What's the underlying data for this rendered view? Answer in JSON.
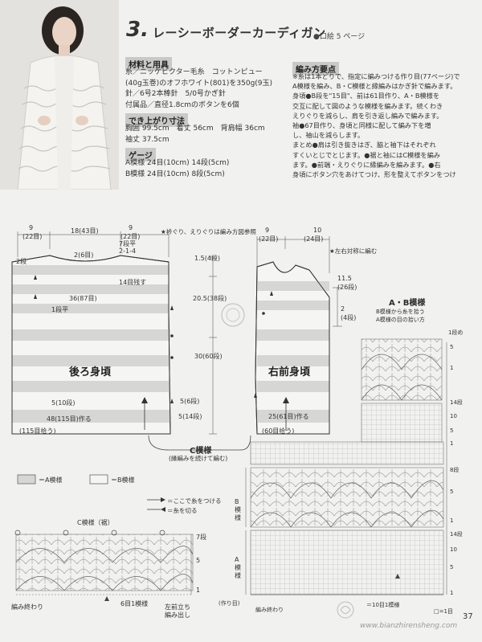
{
  "header": {
    "number": "3.",
    "title": "レーシーボーダーカーディガン",
    "page_ref": "●口絵 5 ページ"
  },
  "materials": {
    "heading": "材料と用具",
    "lines": [
      "糸／ニッケビクター毛糸　コットンピュー",
      "(40g玉巻)のオフホワイト(801)を350g(9玉)",
      "針／6号2本棒針　5/0号かぎ針",
      "付属品／直径1.8cmのボタンを6個"
    ]
  },
  "size": {
    "heading": "でき上がり寸法",
    "lines": [
      "胸囲 99.5cm　着丈 56cm　背肩幅 36cm",
      "袖丈 37.5cm"
    ]
  },
  "gauge": {
    "heading": "ゲージ",
    "lines": [
      "A模様 24目(10cm) 14段(5cm)",
      "B模様 24目(10cm) 8段(5cm)"
    ]
  },
  "points": {
    "heading": "編み方要点",
    "lines": [
      "※糸は1本どりで、指定に編みつける作り目(77ページ)で",
      "A模様を編み、B・C模様と縁編みはかぎ針で編みます。",
      "身頃●B段を\"15目\"、前は61目作り、A・B模様を",
      "交互に配して図のような模様を編みます。続くわき",
      "えりぐりを減らし、肩を引き返し編みで編みます。",
      "袖●67目作り、身頃と同様に配して編み下を増",
      "し、袖山を減らします。",
      "まとめ●肩は引き抜きはぎ、脇と袖下はそれぞれ",
      "すくいとじでとじます。●裾と袖にはC模様を編み",
      "ます。●前端・えりぐりに縁編みを編みます。●右",
      "身頃にボタン穴をあけてつけ、形を整えてボタンをつけ"
    ]
  },
  "diagram": {
    "dims": {
      "top_left": "9",
      "top_left_sub": "(22目)",
      "top_mid": "18(43目)",
      "top_right": "9",
      "top_right_sub": "(22目)",
      "top_r2": "7段平",
      "top_r3": "2-1-4",
      "back_note": "★衿ぐり、えりぐりは編み方図参照",
      "right_top1": "9",
      "right_top1_sub": "(22目)",
      "right_top2": "10",
      "right_top2_sub": "(24目)",
      "left_note": "★左右対称に編む",
      "shoulder_left": "2(6目)",
      "left_dan": "2段",
      "back_width": "36(87目)",
      "back_width_ctr": "14目残す",
      "front_height1": "1.5(4段)",
      "front_height2": "20.5(38段)",
      "front_height3": "30(60段)",
      "front_side1": "5(6段)",
      "front_side2": "5(14段)",
      "hem_back1": "5(10段)",
      "hem_back2": "48(115目)作る",
      "hem_front1": "25(61目)作る",
      "hem_front2": "(60目拾う)",
      "hem_back_pick": "(115目拾う)",
      "c_pattern_label": "C模様",
      "c_pattern_note": "(縁編みを続けて編む)",
      "right_h1": "11.5",
      "right_h1_sub": "(26段)",
      "right_h2": "2",
      "right_h2_sub": "(4段)",
      "back_name": "後ろ身頃",
      "front_name": "右前身頃",
      "back_dec": "1段平"
    },
    "legend": {
      "a": "＝A模様",
      "b": "＝B模様",
      "note1": "＝ここで糸をつける",
      "note2": "＝糸を切る"
    },
    "c_chart": {
      "title": "C模様（裾）",
      "rows": [
        "7段",
        "5",
        "1"
      ],
      "bottom": [
        "編み終わり",
        "6目1模様",
        "左前立ち",
        "編み出し"
      ]
    },
    "ab_chart": {
      "title": "A・B模様",
      "note1": "B模様から糸を拾う",
      "note2": "A模様の目の拾い方",
      "row_top": "1段め",
      "row_labels": [
        "5",
        "1",
        "14段",
        "10",
        "5",
        "1",
        "8段",
        "5",
        "1",
        "14段",
        "10",
        "5",
        "1"
      ],
      "side_b": "B模様",
      "side_a": "A模様",
      "bottom_left": "(作り目)",
      "bottom_mid": "編み終わり",
      "bottom_note": "＝10目1模様",
      "bottom_dan": "□=1目"
    }
  },
  "footer": {
    "page_number": "37",
    "watermark": "www.bianzhirensheng.com"
  }
}
